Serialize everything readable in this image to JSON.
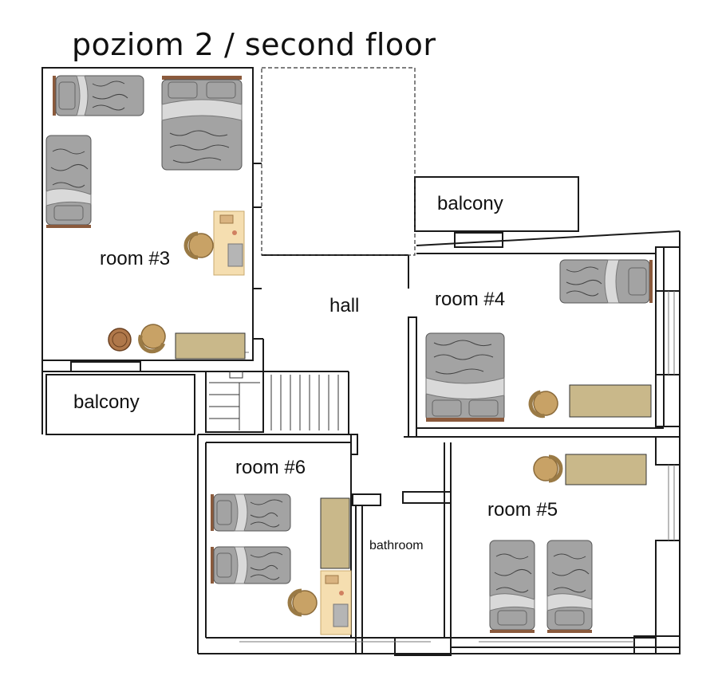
{
  "title": "poziom 2 / second floor",
  "labels": {
    "room3": "room #3",
    "room4": "room #4",
    "room5": "room #5",
    "room6": "room #6",
    "hall": "hall",
    "bathroom": "bathroom",
    "balcony_top": "balcony",
    "balcony_left": "balcony"
  },
  "colors": {
    "wall": "#1a1a1a",
    "bedding": "#a3a3a3",
    "blanket": "#d9d9d9",
    "bed_frame": "#8b5a3c",
    "desk": "#f5deb0",
    "sideboard": "#c9b88a",
    "chair": "#c8a266"
  }
}
